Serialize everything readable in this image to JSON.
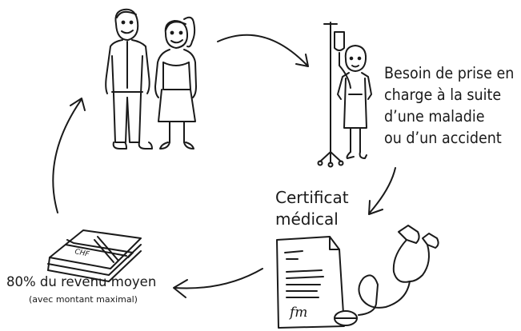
{
  "needs": {
    "lines": [
      "Besoin de prise en",
      "charge à la suite",
      "d’une maladie",
      "ou d’un accident"
    ]
  },
  "certificate": {
    "lines": [
      "Certificat",
      "médical"
    ],
    "signature": "fm"
  },
  "income": {
    "main": "80% du revenu moyen",
    "note": "(avec montant maximal)"
  },
  "money": {
    "band_label": "CHF"
  },
  "colors": {
    "ink": "#1a1a1a",
    "background": "#ffffff"
  },
  "icons": [
    "couple-illustration",
    "hospital-patient-illustration",
    "stethoscope-illustration",
    "banknote-stack-illustration"
  ]
}
